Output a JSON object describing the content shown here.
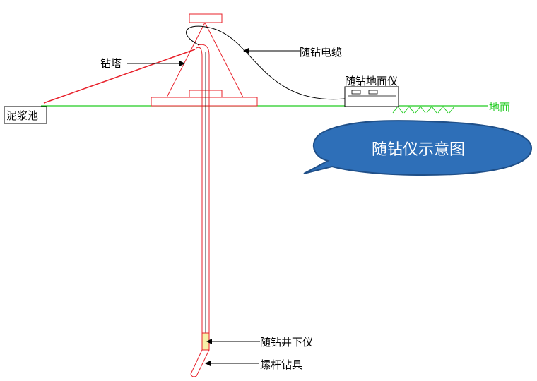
{
  "labels": {
    "mud_pit": "泥浆池",
    "derrick": "钻塔",
    "cable": "随钻电缆",
    "surface_instrument": "随钻地面仪",
    "ground": "地面",
    "downhole_instrument": "随钻井下仪",
    "screw_drill": "螺杆钻具"
  },
  "callout": {
    "text": "随钻仪示意图"
  },
  "colors": {
    "derrick": "#e8202a",
    "ground": "#22cc22",
    "bubble_fill": "#2e6fb8",
    "bubble_stroke": "#1f4f88",
    "pipe": "#e8202a",
    "downhole": "#f6f0a8"
  }
}
